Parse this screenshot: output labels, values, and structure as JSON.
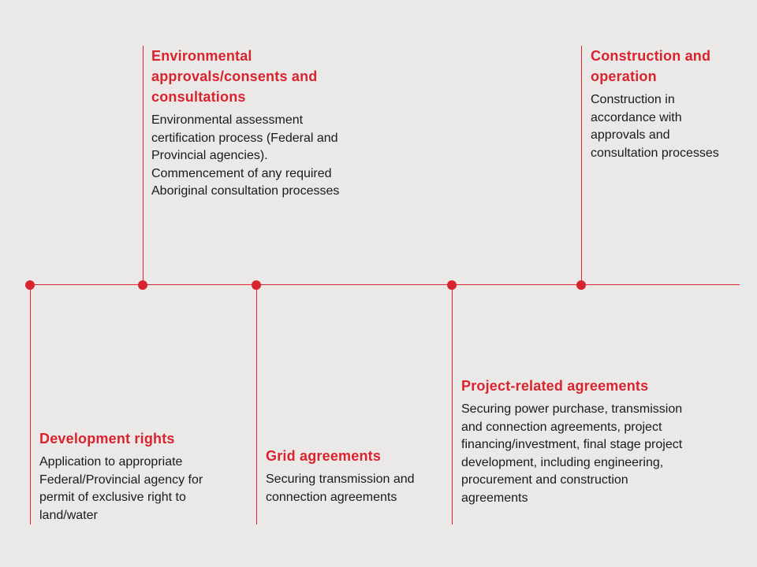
{
  "colors": {
    "background": "#ebe9e7",
    "accent": "#d9232e",
    "text": "#1a1a1a"
  },
  "stages": [
    {
      "title": "Development rights",
      "description": "Application to appropriate Federal/Provincial agency for permit of exclusive right to land/water"
    },
    {
      "title": "Environmental approvals/consents and consultations",
      "description": "Environmental assessment certification process (Federal and Provincial agencies). Commencement of any required Aboriginal consultation processes"
    },
    {
      "title": "Grid agreements",
      "description": "Securing transmission and connection agreements"
    },
    {
      "title": "Project-related agreements",
      "description": "Securing power purchase, transmission and connection agreements, project financing/investment, final stage project development, including engineering, procurement and construction agreements"
    },
    {
      "title": "Construction and operation",
      "description": "Construction in accordance with approvals and consultation processes"
    }
  ]
}
